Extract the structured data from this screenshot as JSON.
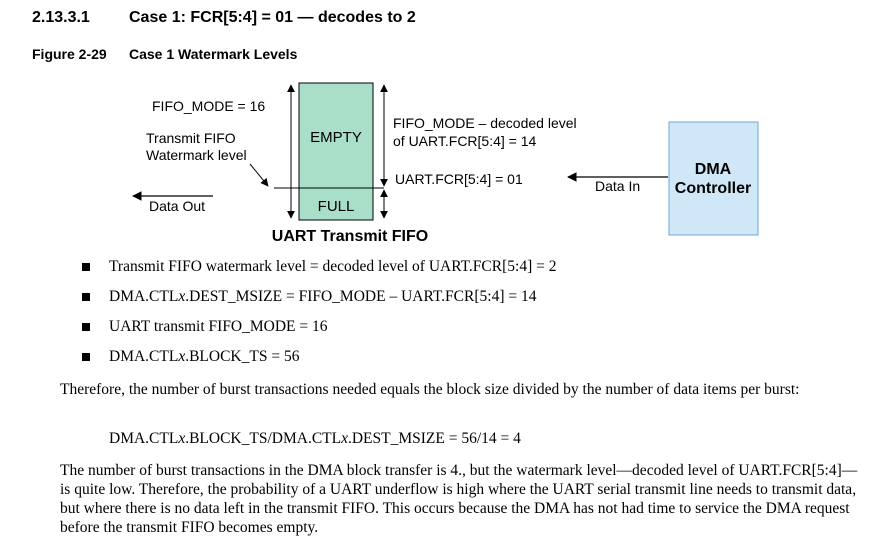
{
  "section": {
    "number": "2.13.3.1",
    "title": "Case 1: FCR[5:4] = 01 — decodes to 2"
  },
  "figure": {
    "number": "Figure 2-29",
    "title": "Case 1 Watermark Levels"
  },
  "diagram": {
    "fifo_mode_label": "FIFO_MODE = 16",
    "watermark_label_line1": "Transmit FIFO",
    "watermark_label_line2": "Watermark level",
    "empty_label": "EMPTY",
    "full_label": "FULL",
    "decoded_level_line1": "FIFO_MODE – decoded level",
    "decoded_level_line2": "of UART.FCR[5:4] = 14",
    "fcr_label": "UART.FCR[5:4] = 01",
    "data_out_label": "Data Out",
    "data_in_label": "Data In",
    "dma_line1": "DMA",
    "dma_line2": "Controller",
    "fifo_caption": "UART Transmit FIFO",
    "colors": {
      "fifo_fill": "#a9dec8",
      "dma_fill": "#cfe7f7",
      "dma_border": "#6fa9d6"
    }
  },
  "bullets": [
    {
      "pre": "Transmit FIFO watermark level = decoded level of UART.FCR[5:4] = 2",
      "ital": "",
      "post": ""
    },
    {
      "pre": "DMA.CTL",
      "ital": "x",
      "post": ".DEST_MSIZE = FIFO_MODE – UART.FCR[5:4] = 14"
    },
    {
      "pre": "UART transmit FIFO_MODE = 16",
      "ital": "",
      "post": ""
    },
    {
      "pre": "DMA.CTL",
      "ital": "x",
      "post": ".BLOCK_TS = 56"
    }
  ],
  "para1": "Therefore, the number of burst transactions needed equals the block size divided by the number of data items per burst:",
  "formula": {
    "a": "DMA.CTL",
    "x1": "x",
    "b": ".BLOCK_TS/DMA.CTL",
    "x2": "x",
    "c": ".DEST_MSIZE = 56/14 = 4"
  },
  "para2": "The number of burst transactions in the DMA block transfer is 4., but the watermark level—decoded level of UART.FCR[5:4]—is quite low. Therefore, the probability of a UART underflow is high where the UART serial transmit line needs to transmit data, but where there is no data left in the transmit FIFO. This occurs because the DMA has not had time to service the DMA request before the transmit FIFO becomes empty."
}
